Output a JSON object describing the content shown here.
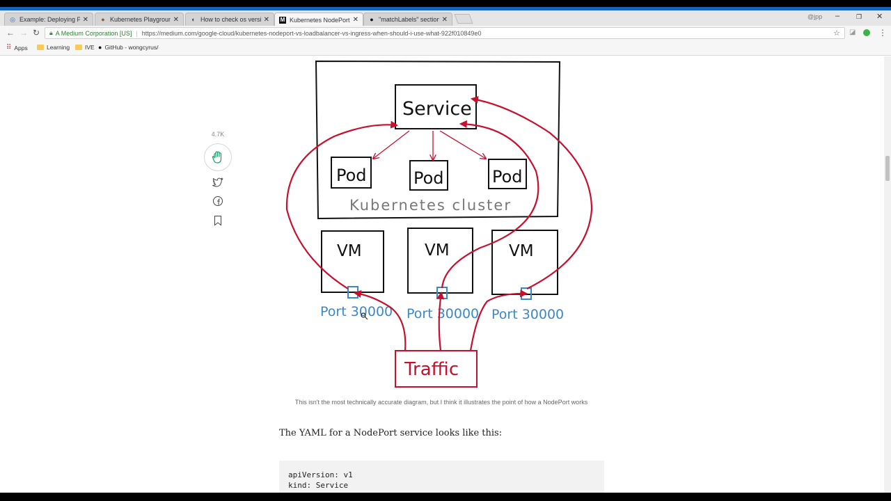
{
  "browser": {
    "tabs": [
      {
        "label": "Example: Deploying PHP",
        "icon": "chrome-icon"
      },
      {
        "label": "Kubernetes Playground |",
        "icon": "katacoda-icon"
      },
      {
        "label": "How to check os version",
        "icon": "site-icon"
      },
      {
        "label": "Kubernetes NodePort vs",
        "icon": "medium-icon",
        "active": true
      },
      {
        "label": "\"matchLabels\" section of",
        "icon": "github-icon"
      }
    ],
    "profile": "@jpp",
    "address": {
      "secure_label": "A Medium Corporation [US]",
      "url": "https://medium.com/google-cloud/kubernetes-nodeport-vs-loadbalancer-vs-ingress-when-should-i-use-what-922f010849e0"
    },
    "bookmarks": [
      {
        "label": "Apps",
        "icon": "apps-grid-icon"
      },
      {
        "label": "Learning",
        "icon": "folder-icon"
      },
      {
        "label": "IVE",
        "icon": "folder-icon"
      },
      {
        "label": "GitHub - wongcyrus/",
        "icon": "github-icon"
      }
    ]
  },
  "sidebar": {
    "clap_count": "4.7K"
  },
  "diagram": {
    "service_label": "Service",
    "pod_labels": [
      "Pod",
      "Pod",
      "Pod"
    ],
    "cluster_label": "Kubernetes cluster",
    "vm_labels": [
      "VM",
      "VM",
      "VM"
    ],
    "port_labels": [
      "Port 30000",
      "Port 30000",
      "Port 30000"
    ],
    "traffic_label": "Traffic",
    "colors": {
      "ink": "#111111",
      "traffic": "#c8102e",
      "port": "#3b87c8"
    }
  },
  "article": {
    "caption": "This isn't the most technically accurate diagram, but I think it illustrates the point of how a NodePort works",
    "paragraph": "The YAML for a NodePort service looks like this:",
    "code_lines": [
      "apiVersion: v1",
      "kind: Service"
    ]
  }
}
